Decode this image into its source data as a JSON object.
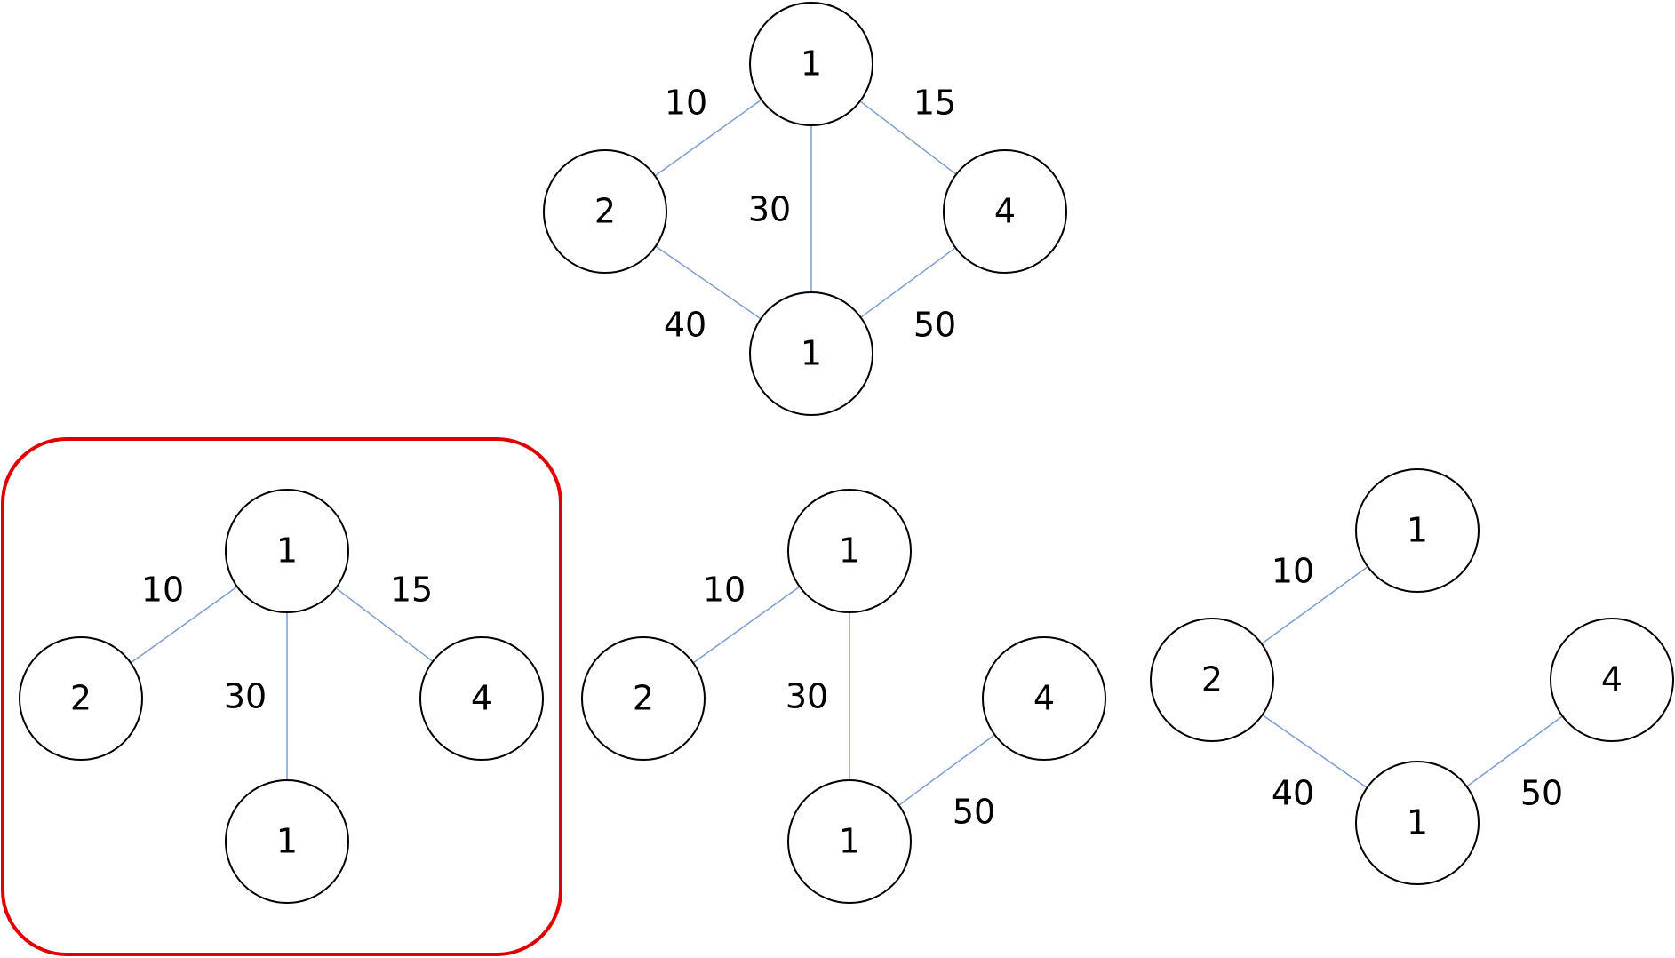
{
  "colors": {
    "edge": "#7f9ccd",
    "node_border": "#000000",
    "highlight": "#e00000"
  },
  "graphs": [
    {
      "id": "original-graph",
      "nodes": [
        {
          "id": "top",
          "label": "1"
        },
        {
          "id": "left",
          "label": "2"
        },
        {
          "id": "right",
          "label": "4"
        },
        {
          "id": "bottom",
          "label": "1"
        }
      ],
      "edges": [
        {
          "from": "top",
          "to": "left",
          "weight": "10"
        },
        {
          "from": "top",
          "to": "right",
          "weight": "15"
        },
        {
          "from": "top",
          "to": "bottom",
          "weight": "30"
        },
        {
          "from": "left",
          "to": "bottom",
          "weight": "40"
        },
        {
          "from": "right",
          "to": "bottom",
          "weight": "50"
        }
      ]
    },
    {
      "id": "spanning-tree-a",
      "highlighted": true,
      "nodes": [
        {
          "id": "top",
          "label": "1"
        },
        {
          "id": "left",
          "label": "2"
        },
        {
          "id": "right",
          "label": "4"
        },
        {
          "id": "bottom",
          "label": "1"
        }
      ],
      "edges": [
        {
          "from": "top",
          "to": "left",
          "weight": "10"
        },
        {
          "from": "top",
          "to": "right",
          "weight": "15"
        },
        {
          "from": "top",
          "to": "bottom",
          "weight": "30"
        }
      ]
    },
    {
      "id": "spanning-tree-b",
      "nodes": [
        {
          "id": "top",
          "label": "1"
        },
        {
          "id": "left",
          "label": "2"
        },
        {
          "id": "right",
          "label": "4"
        },
        {
          "id": "bottom",
          "label": "1"
        }
      ],
      "edges": [
        {
          "from": "top",
          "to": "left",
          "weight": "10"
        },
        {
          "from": "top",
          "to": "bottom",
          "weight": "30"
        },
        {
          "from": "right",
          "to": "bottom",
          "weight": "50"
        }
      ]
    },
    {
      "id": "spanning-tree-c",
      "nodes": [
        {
          "id": "top",
          "label": "1"
        },
        {
          "id": "left",
          "label": "2"
        },
        {
          "id": "right",
          "label": "4"
        },
        {
          "id": "bottom",
          "label": "1"
        }
      ],
      "edges": [
        {
          "from": "top",
          "to": "left",
          "weight": "10"
        },
        {
          "from": "left",
          "to": "bottom",
          "weight": "40"
        },
        {
          "from": "right",
          "to": "bottom",
          "weight": "50"
        }
      ]
    }
  ]
}
